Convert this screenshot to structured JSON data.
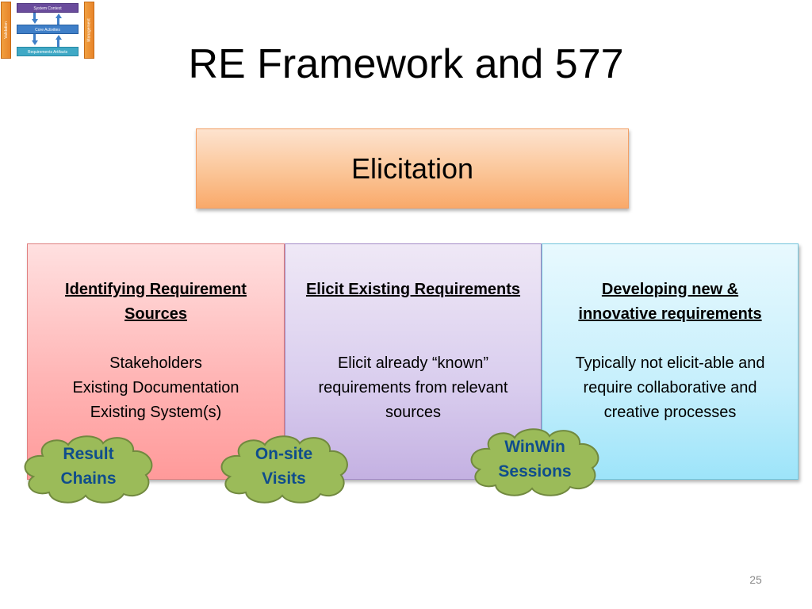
{
  "thumbnail": {
    "left_label": "Validation",
    "right_label": "Management",
    "bars": [
      "System Context",
      "Core Activities",
      "Requirements Artifacts"
    ]
  },
  "title": "RE Framework and 577",
  "elicitation": "Elicitation",
  "columns": [
    {
      "heading": [
        "Identifying Requirement",
        "Sources"
      ],
      "body": [
        "Stakeholders",
        "Existing Documentation",
        "Existing System(s)"
      ]
    },
    {
      "heading": [
        "Elicit Existing Requirements"
      ],
      "body": [
        "Elicit already “known”",
        "requirements from relevant",
        "sources"
      ]
    },
    {
      "heading": [
        "Developing new &",
        "innovative requirements"
      ],
      "body": [
        "Typically not elicit-able and",
        "require collaborative and",
        "creative processes"
      ]
    }
  ],
  "clouds": [
    {
      "lines": [
        "Result",
        "Chains"
      ]
    },
    {
      "lines": [
        "On-site",
        "Visits"
      ]
    },
    {
      "lines": [
        "WinWin",
        "Sessions"
      ]
    }
  ],
  "colors": {
    "cloud_fill": "#9bbb59",
    "cloud_text": "#0f4d8c",
    "elicitation_fill": "#fbc597"
  },
  "page_number": "25"
}
